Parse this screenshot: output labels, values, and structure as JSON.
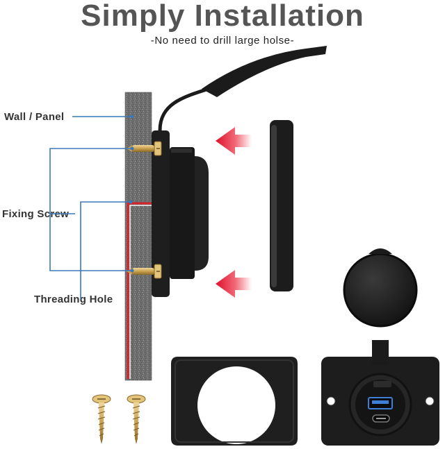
{
  "header": {
    "title": "Simply Installation",
    "subtitle": "-No need to drill large holse-"
  },
  "labels": {
    "wall_panel": "Wall / Panel",
    "fixing_screw": "Fixing Screw",
    "threading_hole": "Threading Hole"
  },
  "colors": {
    "title": "#555555",
    "leader_line": "#3a78b8",
    "arrow_red": "#e0102b",
    "cable_red": "#d8242c",
    "screw_gold": "#c9a04e",
    "rubber_black": "#1b1b1b",
    "wall_grey": "#7a7a7a"
  },
  "icons": [
    "usb-a-port-icon",
    "usb-c-port-icon",
    "install-arrow-icon"
  ]
}
